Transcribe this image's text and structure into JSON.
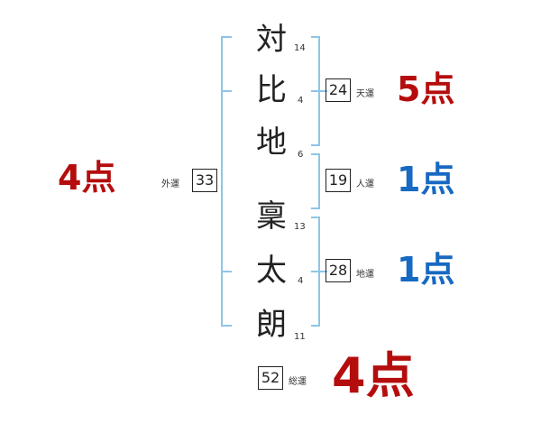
{
  "name": {
    "chars": [
      {
        "char": "対",
        "strokes": "14"
      },
      {
        "char": "比",
        "strokes": "4"
      },
      {
        "char": "地",
        "strokes": "6"
      },
      {
        "char": "稟",
        "strokes": "13"
      },
      {
        "char": "太",
        "strokes": "4"
      },
      {
        "char": "朗",
        "strokes": "11"
      }
    ]
  },
  "fortunes": {
    "tenun": {
      "label": "天運",
      "value": "24",
      "score": "5点",
      "color": "#b50d0d"
    },
    "jinun": {
      "label": "人運",
      "value": "19",
      "score": "1点",
      "color": "#1769c2"
    },
    "chiun": {
      "label": "地運",
      "value": "28",
      "score": "1点",
      "color": "#1769c2"
    },
    "gaiun": {
      "label": "外運",
      "value": "33",
      "score": "4点",
      "color": "#b50d0d"
    },
    "souun": {
      "label": "総運",
      "value": "52",
      "score": "4点",
      "color": "#b50d0d"
    }
  },
  "colors": {
    "bracket": "#8ec5e8"
  }
}
